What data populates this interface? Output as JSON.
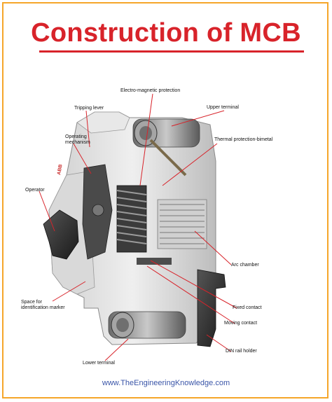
{
  "title": "Construction of MCB",
  "labels": {
    "electromagnetic": "Electro-magnetic protection",
    "tripping_lever": "Tripping lever",
    "upper_terminal": "Upper terminal",
    "operating_mechanism_1": "Operating",
    "operating_mechanism_2": "mechanism",
    "thermal": "Thermal protection-bimetal",
    "operator": "Operator",
    "arc_chamber": "Arc chamber",
    "space_marker_1": "Space for",
    "space_marker_2": "identification marker",
    "fixed_contact": "Fixed contact",
    "moving_contact": "Moving contact",
    "din_rail": "DIN rail holder",
    "lower_terminal": "Lower terminal"
  },
  "device_brand": "ABB",
  "colors": {
    "title": "#d8232a",
    "border": "#f5a62a",
    "leader": "#d8232a",
    "footer": "#3a55a8"
  },
  "footer": "www.TheEngineeringKnowledge.com"
}
